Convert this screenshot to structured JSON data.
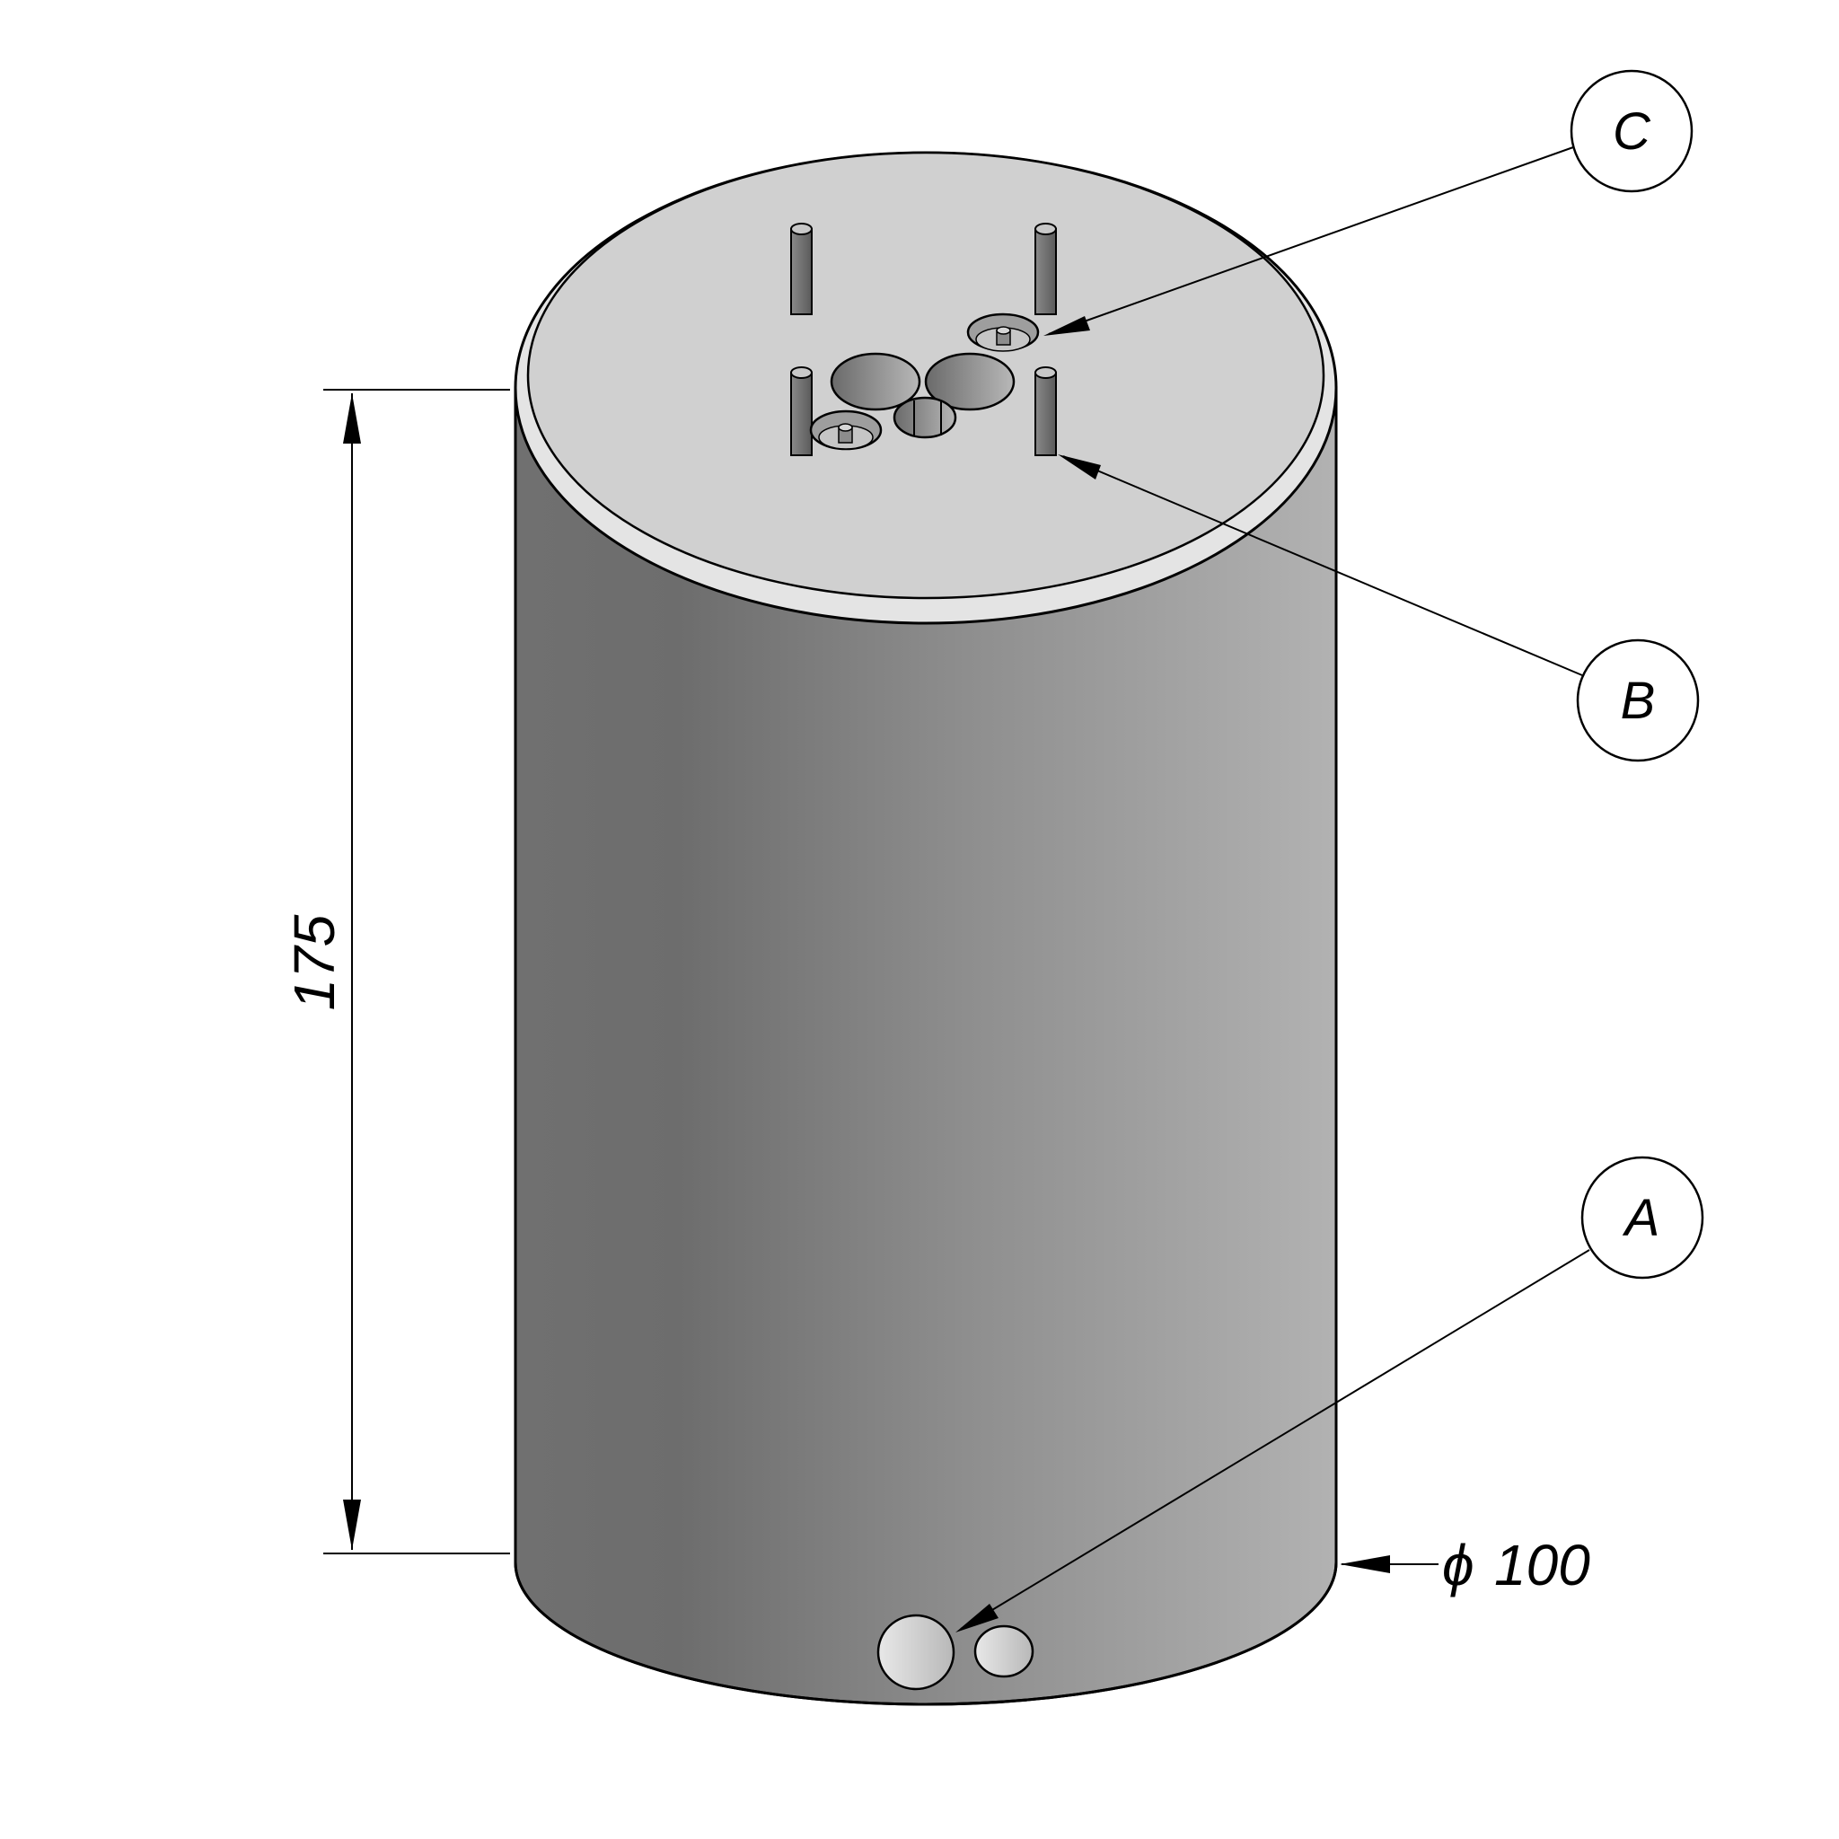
{
  "dimensions": {
    "height": "175",
    "diameter_symbol": "ϕ",
    "diameter_value": "100"
  },
  "balloons": [
    {
      "id": "A",
      "label": "A"
    },
    {
      "id": "B",
      "label": "B"
    },
    {
      "id": "C",
      "label": "C"
    }
  ],
  "colors": {
    "body_dark": "#6e6e6e",
    "body_light": "#b0b0b0",
    "top_face": "#d0d0d0",
    "outline": "#000000"
  }
}
